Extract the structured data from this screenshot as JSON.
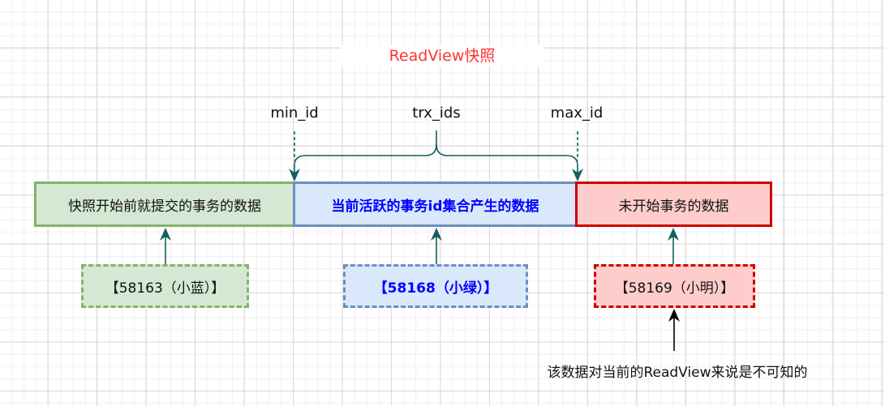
{
  "title": "ReadView快照",
  "labels": {
    "min_id": "min_id",
    "trx_ids": "trx_ids",
    "max_id": "max_id"
  },
  "segments": [
    {
      "id": "committed",
      "text": "快照开始前就提交的事务的数据",
      "fill": "#d5e8d4",
      "stroke": "#82b366"
    },
    {
      "id": "active",
      "text": "当前活跃的事务id集合产生的数据",
      "fill": "#dae8fc",
      "stroke": "#6c8ebf",
      "text_color": "#0000ff"
    },
    {
      "id": "not_started",
      "text": "未开始事务的数据",
      "fill": "#ffcccc",
      "stroke": "#cc0000"
    }
  ],
  "transactions": [
    {
      "text": "【58163（小蓝）】",
      "segment": "committed"
    },
    {
      "text": "【58168（小绿）】",
      "segment": "active"
    },
    {
      "text": "【58169（小明）】",
      "segment": "not_started"
    }
  ],
  "note": "该数据对当前的ReadView来说是不可知的",
  "colors": {
    "title": "#ff3333",
    "connector": "#12605f",
    "note_arrow": "#000000"
  }
}
